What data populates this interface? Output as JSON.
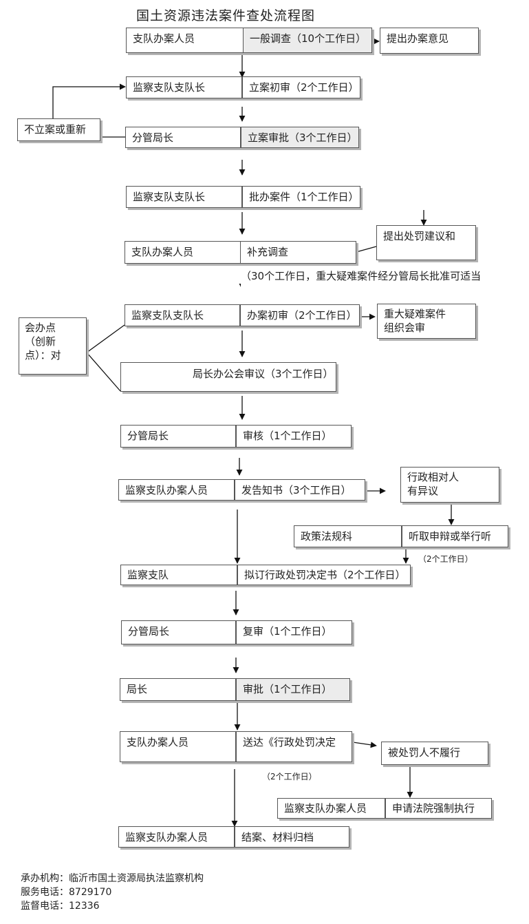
{
  "title": "国土资源违法案件查处流程图",
  "flow": {
    "row1_left": "支队办案人员",
    "row1_mid": "一般调查（10个工作日）",
    "row1_right": "提出办案意见",
    "row2_left": "监察支队支队长",
    "row2_mid": "立案初审（2个工作日）",
    "side_not_filed": "不立案或重新",
    "row3_left": "分管局长",
    "row3_mid": "立案审批（3个工作日）",
    "row4_left": "监察支队支队长",
    "row4_mid": "批办案件（1个工作日）",
    "row5_left": "支队办案人员",
    "row5_mid": "补充调查",
    "row5_right": "提出处罚建议和",
    "note_30days": "（30个工作日，重大疑难案件经分管局长批准可适当",
    "row6_left": "监察支队支队长",
    "row6_mid": "办案初审（2个工作日）",
    "row6_right_l1": "重大疑难案件",
    "row6_right_l2": "组织会审",
    "side_joint_l1": "会办点",
    "side_joint_l2": "（创新",
    "side_joint_l3": "点）：对",
    "row7_mid": "局长办公会审议（3个工作日）",
    "row8_left": "分管局长",
    "row8_mid": "审核（1个工作日）",
    "row9_left": "监察支队办案人员",
    "row9_mid": "发告知书（3个工作日）",
    "objection_l1": "行政相对人",
    "objection_l2": "有异议",
    "policy_left": "政策法规科",
    "policy_mid": "听取申辩或举行听",
    "note_2days_a": "（2个工作日）",
    "row10_left": "监察支队",
    "row10_mid": "拟订行政处罚决定书（2个工作日）",
    "row11_left": "分管局长",
    "row11_mid": "复审（1个工作日）",
    "row12_left": "局长",
    "row12_mid": "审批（1个工作日）",
    "row13_left": "支队办案人员",
    "row13_mid": "送达《行政处罚决定",
    "row13_right": "被处罚人不履行",
    "note_2days_b": "（2个工作日）",
    "enforce_left": "监察支队办案人员",
    "enforce_mid": "申请法院强制执行",
    "row14_left": "监察支队办案人员",
    "row14_mid": "结案、材料归档"
  },
  "footer": {
    "org": "承办机构：临沂市国土资源局执法监察机构",
    "service_phone": "服务电话：8729170",
    "supervise_phone": "监督电话：12336"
  }
}
